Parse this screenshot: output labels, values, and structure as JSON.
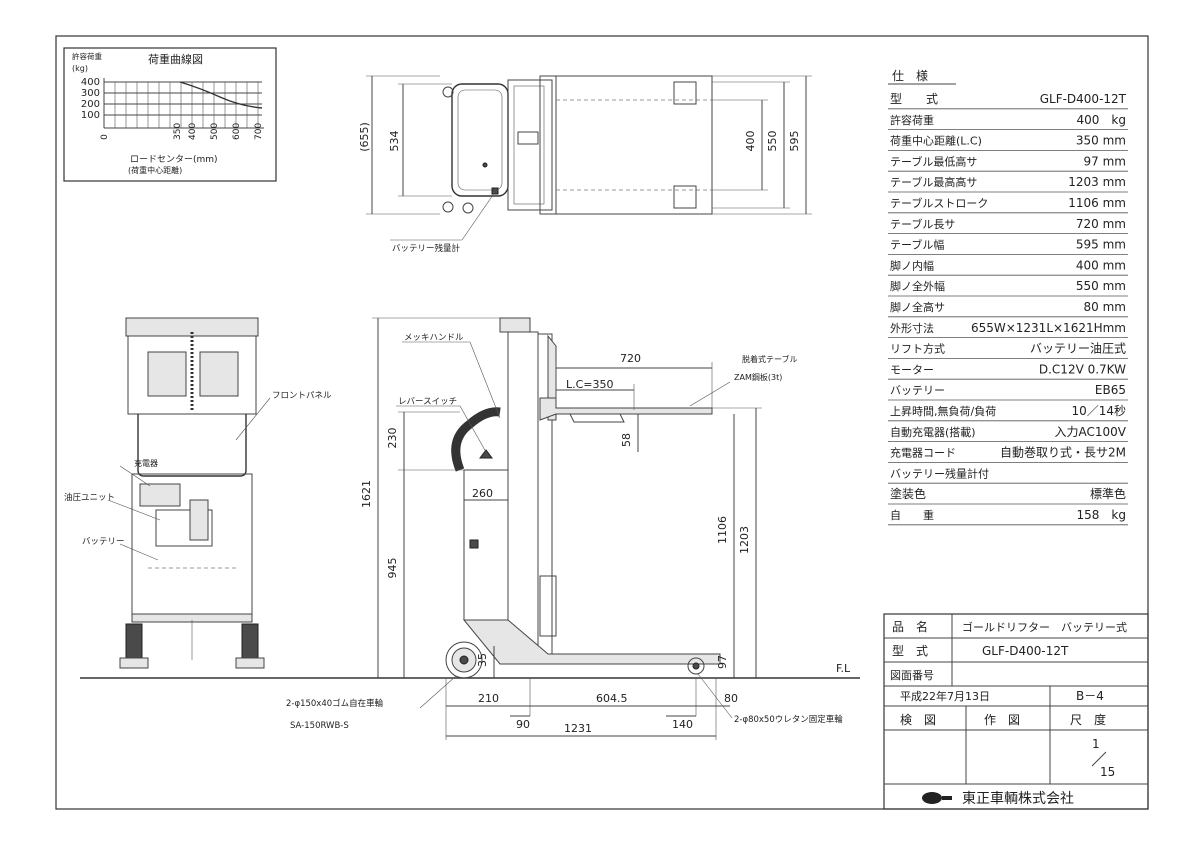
{
  "load_chart": {
    "title": "荷重曲線図",
    "ylabel_top": "許容荷重",
    "ylabel_unit": "(kg)",
    "y_ticks": [
      "400",
      "300",
      "200",
      "100"
    ],
    "x_ticks": [
      "0",
      "350",
      "400",
      "500",
      "600",
      "700"
    ],
    "xlabel": "ロードセンター(mm)",
    "xlabel_sub": "(荷重中心距離)"
  },
  "labels": {
    "battery_gauge": "バッテリー残量計",
    "plated_handle": "メッキハンドル",
    "front_panel": "フロントパネル",
    "lever_switch": "レバースイッチ",
    "charger": "充電器",
    "hydraulic_unit": "油圧ユニット",
    "battery": "バッテリー",
    "removable_table": "脱着式テーブル",
    "zam_plate": "ZAM鋼板(3t)",
    "fl": "F.L",
    "caster_front": "2-φ150x40ゴム自在車輪",
    "caster_front_model": "SA-150RWB-S",
    "wheel_rear": "2-φ80x50ウレタン固定車輪"
  },
  "dims": {
    "d655": "(655)",
    "d534": "534",
    "d400": "400",
    "d550": "550",
    "d595": "595",
    "d720": "720",
    "dlc": "L.C=350",
    "d58": "58",
    "d230": "230",
    "d260": "260",
    "d1621": "1621",
    "d945": "945",
    "d1106": "1106",
    "d1203": "1203",
    "d35": "35",
    "d97": "97",
    "d210": "210",
    "d6045": "604.5",
    "d80": "80",
    "d90": "90",
    "d140": "140",
    "d1231": "1231"
  },
  "spec": {
    "header": "仕　様",
    "rows": [
      {
        "k": "型　　式",
        "v": "GLF-D400-12T"
      },
      {
        "k": "許容荷重",
        "v": "400　kg"
      },
      {
        "k": "荷重中心距離(L.C)",
        "v": "350 mm"
      },
      {
        "k": "テーブル最低高サ",
        "v": "97 mm"
      },
      {
        "k": "テーブル最高高サ",
        "v": "1203 mm"
      },
      {
        "k": "テーブルストローク",
        "v": "1106 mm"
      },
      {
        "k": "テーブル長サ",
        "v": "720 mm"
      },
      {
        "k": "テーブル幅",
        "v": "595 mm"
      },
      {
        "k": "脚ノ内幅",
        "v": "400 mm"
      },
      {
        "k": "脚ノ全外幅",
        "v": "550 mm"
      },
      {
        "k": "脚ノ全高サ",
        "v": "80 mm"
      },
      {
        "k": "外形寸法",
        "v": "655W×1231L×1621Hmm"
      },
      {
        "k": "リフト方式",
        "v": "バッテリー油圧式"
      },
      {
        "k": "モーター",
        "v": "D.C12V 0.7KW"
      },
      {
        "k": "バッテリー",
        "v": "EB65"
      },
      {
        "k": "上昇時間,無負荷/負荷",
        "v": "10／14秒"
      },
      {
        "k": "自動充電器(搭載)",
        "v": "入力AC100V"
      },
      {
        "k": "充電器コード",
        "v": "自動巻取り式・長サ2M"
      },
      {
        "k": "バッテリー残量計付",
        "v": ""
      },
      {
        "k": "塗装色",
        "v": "標準色"
      },
      {
        "k": "自　　重",
        "v": "158　kg"
      }
    ]
  },
  "title_block": {
    "name_label": "品　名",
    "name_value": "ゴールドリフター　バッテリー式",
    "model_label": "型　式",
    "model_value": "GLF-D400-12T",
    "drawing_no_label": "図面番号",
    "date": "平成22年7月13日",
    "sheet": "B－4",
    "check_label": "検　図",
    "draw_label": "作　図",
    "scale_label": "尺　度",
    "scale_num": "1",
    "scale_den": "15",
    "company": "東正車輌株式会社"
  }
}
